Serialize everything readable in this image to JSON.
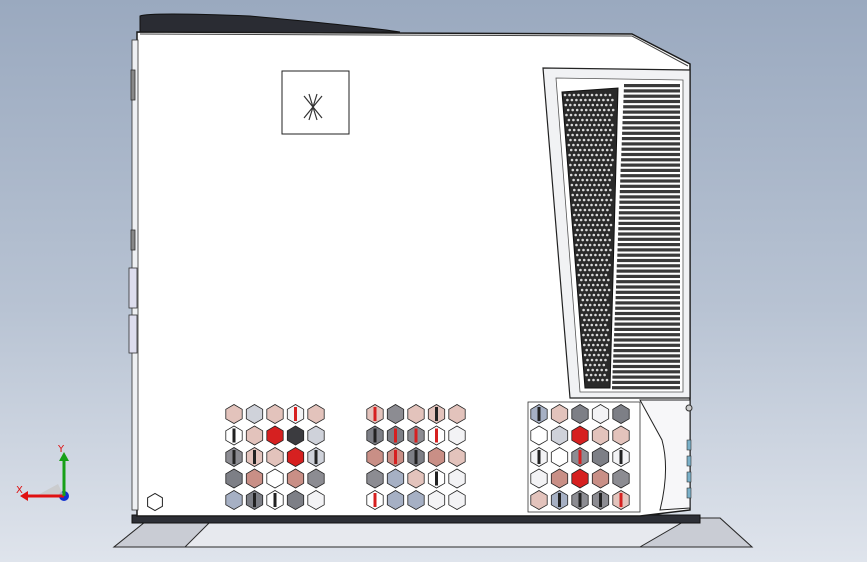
{
  "viewport": {
    "background_top": "#9aa9bf",
    "background_bottom": "#dfe4ec"
  },
  "model": {
    "body_color": "#ffffff",
    "edge_color": "#1b1b1b",
    "vent_grid_columns": 5,
    "vent_grid_rows": 5,
    "vent_grid_count": 3,
    "logo_icon": "crossed-x-logo-icon"
  },
  "triad": {
    "x_label": "X",
    "y_label": "Y",
    "x_color": "#e01010",
    "y_color": "#18a018",
    "z_color": "#1030d0"
  }
}
